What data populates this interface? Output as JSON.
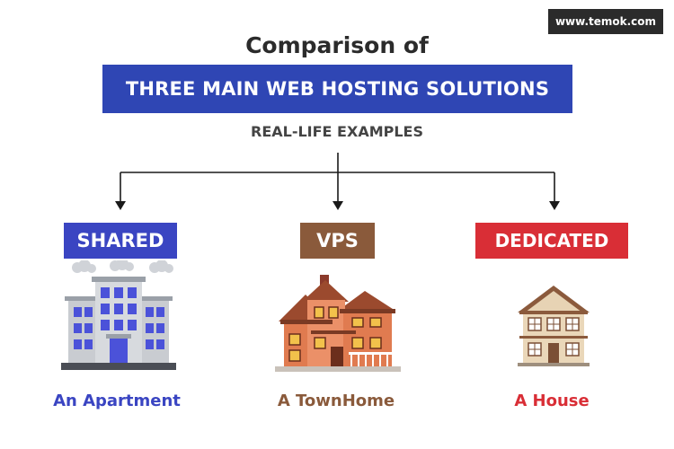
{
  "site": {
    "url": "www.temok.com"
  },
  "header": {
    "title_line1": "Comparison of",
    "title_banner": "THREE MAIN WEB HOSTING SOLUTIONS",
    "subtitle": "REAL-LIFE EXAMPLES"
  },
  "options": [
    {
      "label": "SHARED",
      "caption": "An Apartment",
      "icon": "apartment-building-icon",
      "color": "#3a45c2"
    },
    {
      "label": "VPS",
      "caption": "A TownHome",
      "icon": "townhome-icon",
      "color": "#8a5a3b"
    },
    {
      "label": "DEDICATED",
      "caption": "A House",
      "icon": "house-icon",
      "color": "#d92e36"
    }
  ],
  "colors": {
    "banner": "#2f46b4",
    "text_dark": "#2b2b2b"
  }
}
